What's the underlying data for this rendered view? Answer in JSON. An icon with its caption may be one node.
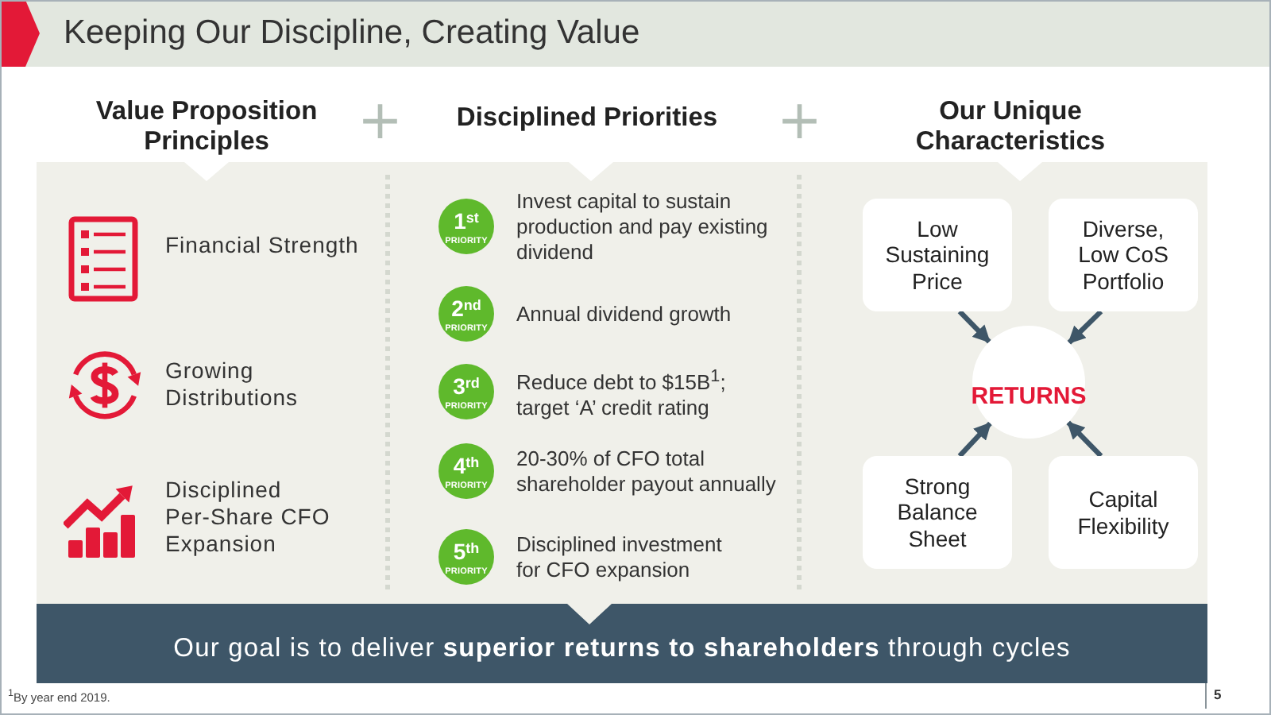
{
  "diagram": {
    "title": "Keeping Our Discipline, Creating Value",
    "nodes": [
      {
        "text": [
          "1$^{st}$",
          "PRIORITY"
        ],
        "beside": [
          "Invest capital to sustain production and pay existing dividend"
        ]
      },
      {
        "text": [
          "2$^{nd}$",
          "PRIORITY"
        ],
        "beside": [
          "Annual dividend growth"
        ]
      },
      {
        "text": [
          "3$^{rd}$",
          "PRIORITY"
        ],
        "beside": [
          "Reduce debt to $15B$^{1}$; target ‘A’ credit rating"
        ]
      },
      {
        "text": [
          "4$^{th}$",
          "PRIORITY"
        ],
        "beside": [
          "20-30% of CFO total shareholder payout annually"
        ]
      },
      {
        "text": [
          "5$^{th}$",
          "PRIORITY"
        ],
        "beside": [
          "Disciplined investment for CFO expansion"
        ]
      },
      {
        "text": [
          "Low Sustaining Price"
        ]
      },
      {
        "text": [
          "Diverse, Low CoS Portfolio"
        ]
      },
      {
        "text": [
          "RETURNS"
        ]
      },
      {
        "text": [
          "Strong Balance Sheet"
        ]
      },
      {
        "text": [
          "Capital Flexibility"
        ]
      },
      {
        "text": [
          "Our goal is to deliver **superior returns to shareholders** through cycles"
        ]
      }
    ],
    "edges": [
      {
        "from": 5,
        "to": 7,
        "arrow": "to"
      },
      {
        "from": 6,
        "to": 7,
        "arrow": "to"
      },
      {
        "from": 8,
        "to": 7,
        "arrow": "to"
      },
      {
        "from": 9,
        "to": 7,
        "arrow": "to"
      }
    ],
    "labels": [
      "Value Proposition Principles",
      "+",
      "Disciplined Priorities",
      "+",
      "Our Unique Characteristics",
      "Financial Strength",
      "Growing Distributions",
      "Disciplined Per-Share CFO Expansion",
      "$^{1}$By year end 2019.",
      "5"
    ]
  }
}
